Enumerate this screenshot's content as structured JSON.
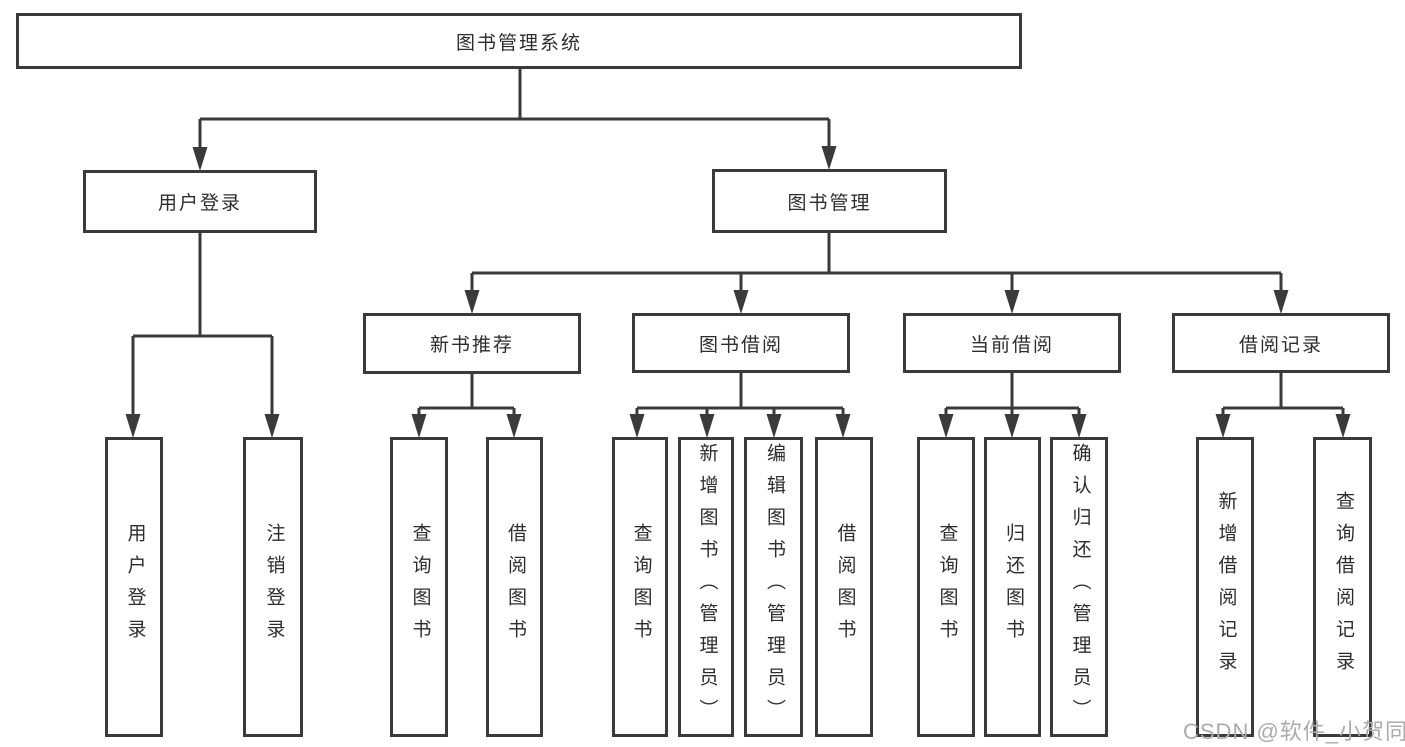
{
  "tree": {
    "root": {
      "label": "图书管理系统",
      "children": [
        {
          "label": "用户登录",
          "children": [
            {
              "label": "用户登录"
            },
            {
              "label": "注销登录"
            }
          ]
        },
        {
          "label": "图书管理",
          "children": [
            {
              "label": "新书推荐",
              "children": [
                {
                  "label": "查询图书"
                },
                {
                  "label": "借阅图书"
                }
              ]
            },
            {
              "label": "图书借阅",
              "children": [
                {
                  "label": "查询图书"
                },
                {
                  "label": "新增图书（管理员）"
                },
                {
                  "label": "编辑图书（管理员）"
                },
                {
                  "label": "借阅图书"
                }
              ]
            },
            {
              "label": "当前借阅",
              "children": [
                {
                  "label": "查询图书"
                },
                {
                  "label": "归还图书"
                },
                {
                  "label": "确认归还（管理员）"
                }
              ]
            },
            {
              "label": "借阅记录",
              "children": [
                {
                  "label": "新增借阅记录"
                },
                {
                  "label": "查询借阅记录"
                }
              ]
            }
          ]
        }
      ]
    }
  },
  "watermark": {
    "text": "CSDN @软件_小贺同学"
  },
  "colors": {
    "line": "#3a3a3a",
    "text": "#2d2d2d",
    "watermark": "#ababab",
    "background": "#ffffff"
  }
}
